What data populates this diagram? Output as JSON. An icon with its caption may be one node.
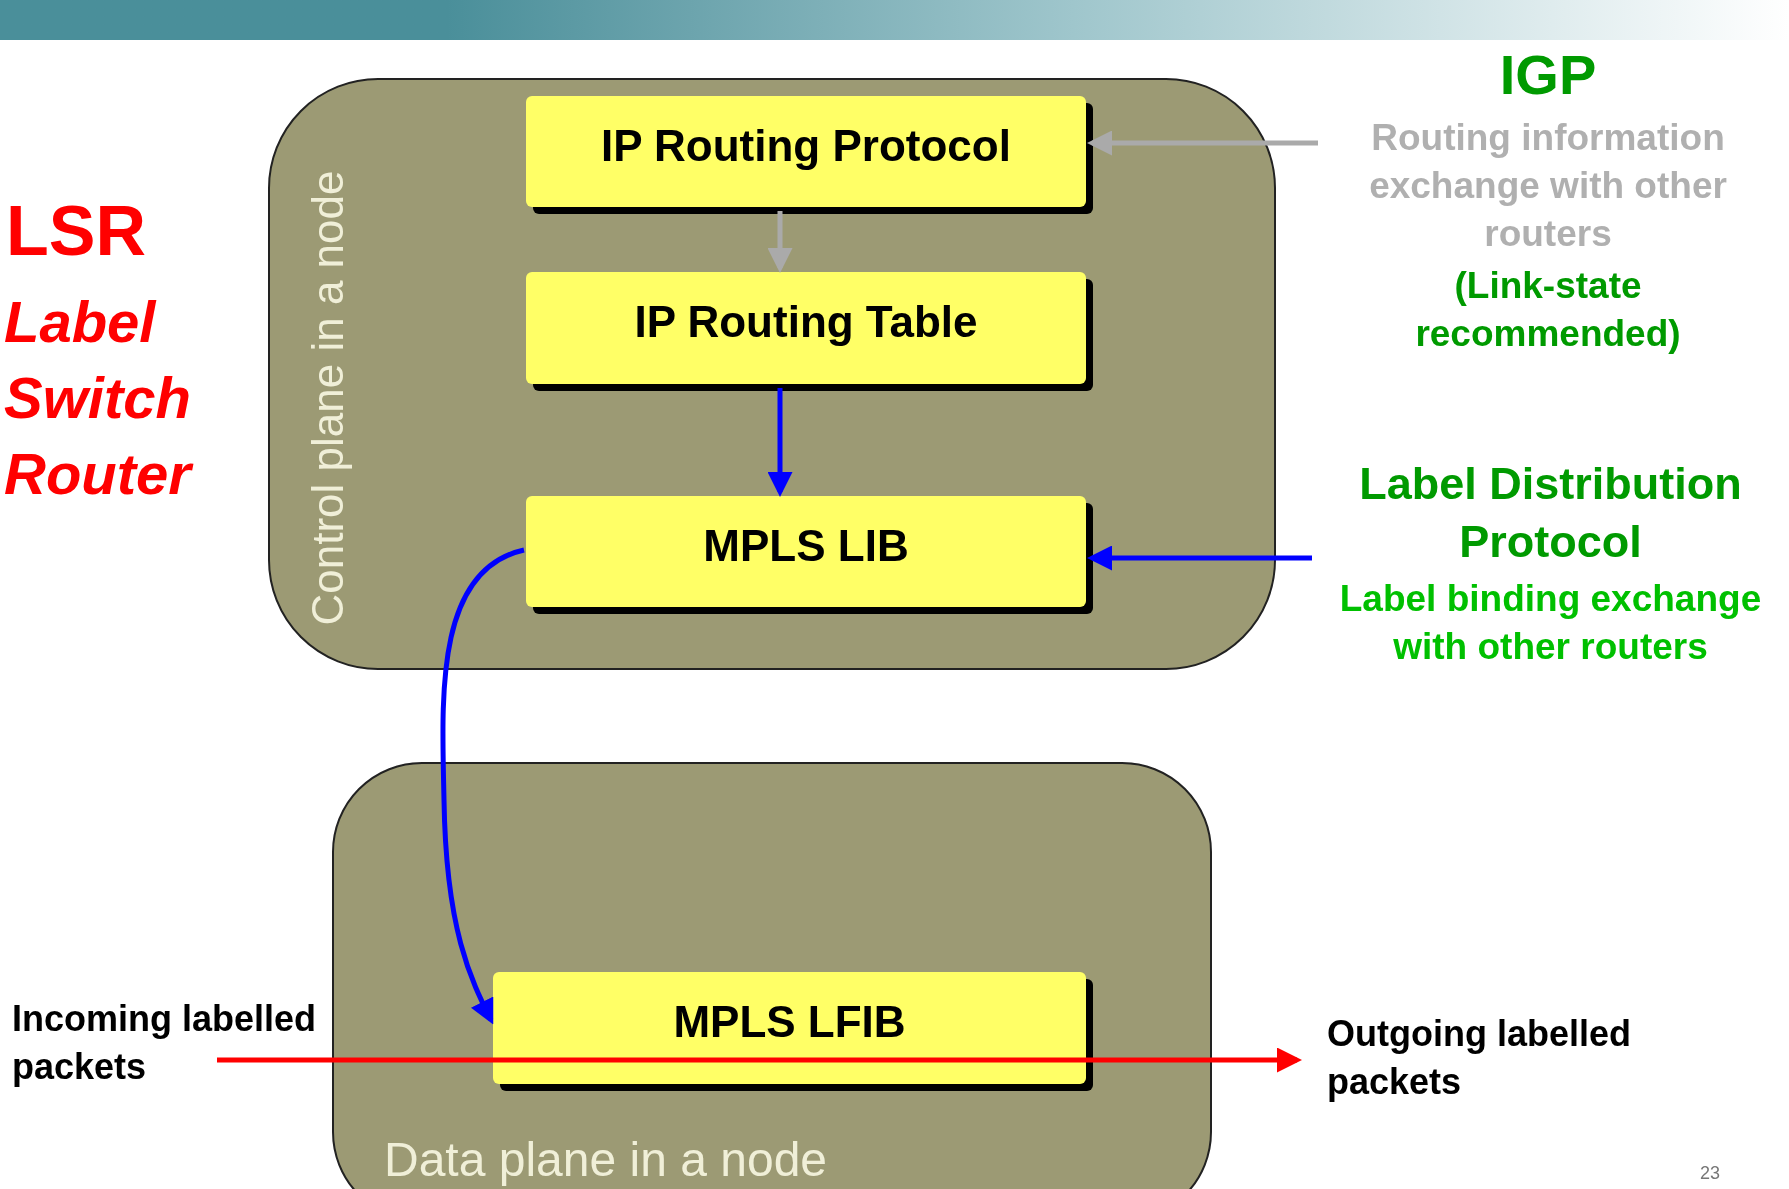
{
  "diagram": {
    "nodes": [
      {
        "text": [
          "Control plane in a node"
        ]
      },
      {
        "text": [
          "IP Routing Protocol"
        ],
        "in": 0
      },
      {
        "text": [
          "IP Routing Table"
        ],
        "in": 0
      },
      {
        "text": [
          "MPLS LIB"
        ],
        "in": 0
      },
      {
        "text": [
          "Data plane in a node"
        ]
      },
      {
        "text": [
          "MPLS LFIB"
        ],
        "in": 4
      },
      {
        "text": [
          "IGP",
          "Routing information exchange with other routers",
          "(Link-state recommended)"
        ]
      },
      {
        "text": [
          "Label Distribution Protocol",
          "Label binding exchange with other routers"
        ]
      },
      {
        "text": [
          "Incoming labelled packets"
        ]
      },
      {
        "text": [
          "Outgoing labelled packets"
        ]
      }
    ],
    "edges": [
      {
        "from": 1,
        "to": 2,
        "arrow": "to",
        "color": "#aaaaaa"
      },
      {
        "from": 2,
        "to": 3,
        "arrow": "to",
        "color": "#0000ff"
      },
      {
        "from": 3,
        "to": 5,
        "arrow": "to",
        "color": "#0000ff"
      },
      {
        "from": 6,
        "to": 1,
        "arrow": "to",
        "color": "#aaaaaa"
      },
      {
        "from": 7,
        "to": 3,
        "arrow": "to",
        "color": "#0000ff"
      },
      {
        "from": 8,
        "to": 5,
        "arrow": "none",
        "color": "#ff0000"
      },
      {
        "from": 5,
        "to": 9,
        "arrow": "to",
        "color": "#ff0000"
      }
    ],
    "labels": [
      "LSR",
      "Label Switch Router",
      "23"
    ]
  }
}
